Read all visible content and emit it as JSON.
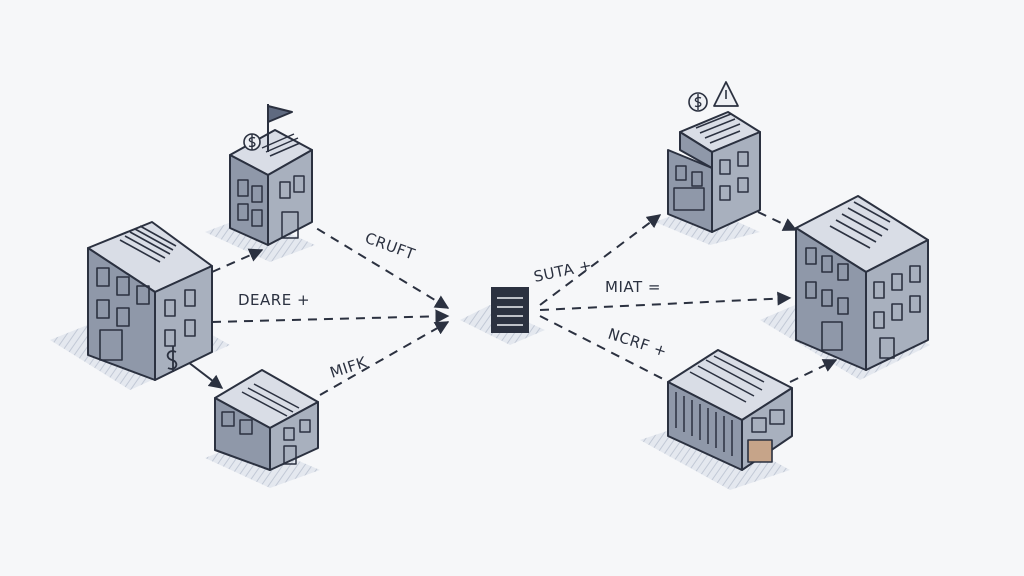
{
  "diagram": {
    "colors": {
      "background": "#f6f7f9",
      "ink": "#2b3140",
      "building_front": "#8f98a9",
      "building_side": "#a8b0be",
      "roof": "#d9dde6",
      "shadow": "#c9cfdb",
      "door_accent": "#c6a489"
    },
    "hub": {
      "icon": "document-stack-icon"
    },
    "connections": [
      {
        "label": "DEARE +"
      },
      {
        "label": "CRUFT"
      },
      {
        "label": "MIFK"
      },
      {
        "label": "SUTA +"
      },
      {
        "label": "MIAT ="
      },
      {
        "label": "NCRF +"
      }
    ],
    "icons": {
      "flag": "flag-icon",
      "dollar": "dollar-icon",
      "warning": "warning-icon"
    }
  }
}
